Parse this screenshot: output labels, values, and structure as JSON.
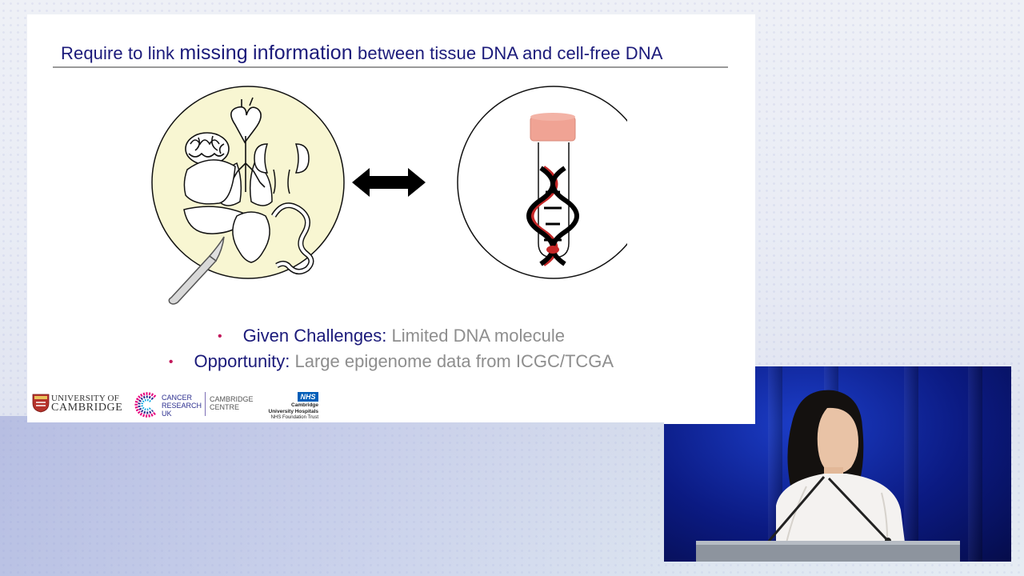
{
  "slide": {
    "title": {
      "part1": "Require to link",
      "part2": "missing",
      "part3": "information",
      "part4": "between tissue DNA and cell-free DNA"
    },
    "bullets": [
      {
        "key": "Given Challenges:",
        "value": "Limited DNA molecule"
      },
      {
        "key": "Opportunity:",
        "value": "Large epigenome data from ICGC/TCGA"
      }
    ],
    "logos": {
      "cambridge_line1": "UNIVERSITY OF",
      "cambridge_line2": "CAMBRIDGE",
      "cruk_line1": "CANCER",
      "cruk_line2": "RESEARCH",
      "cruk_line3": "UK",
      "cruk_centre_line1": "CAMBRIDGE",
      "cruk_centre_line2": "CENTRE",
      "nhs_badge": "NHS",
      "nhs_line1": "Cambridge",
      "nhs_line2": "University Hospitals",
      "nhs_line3": "NHS Foundation Trust"
    }
  },
  "colors": {
    "title_blue": "#1b1a7a",
    "bullet_magenta": "#c2185b",
    "body_grey": "#8e8e8e",
    "tissue_fill": "#f8f6d2",
    "tube_cap": "#f0a394",
    "dna_red": "#c62828",
    "nhs_blue": "#005eb8",
    "stage_blue": "#0b1a82"
  },
  "icons": {
    "tissue": "organs-illustration",
    "scalpel": "scalpel-icon",
    "arrow": "double-arrow-icon",
    "tube": "blood-tube-icon",
    "dna": "dna-helix-icon"
  }
}
